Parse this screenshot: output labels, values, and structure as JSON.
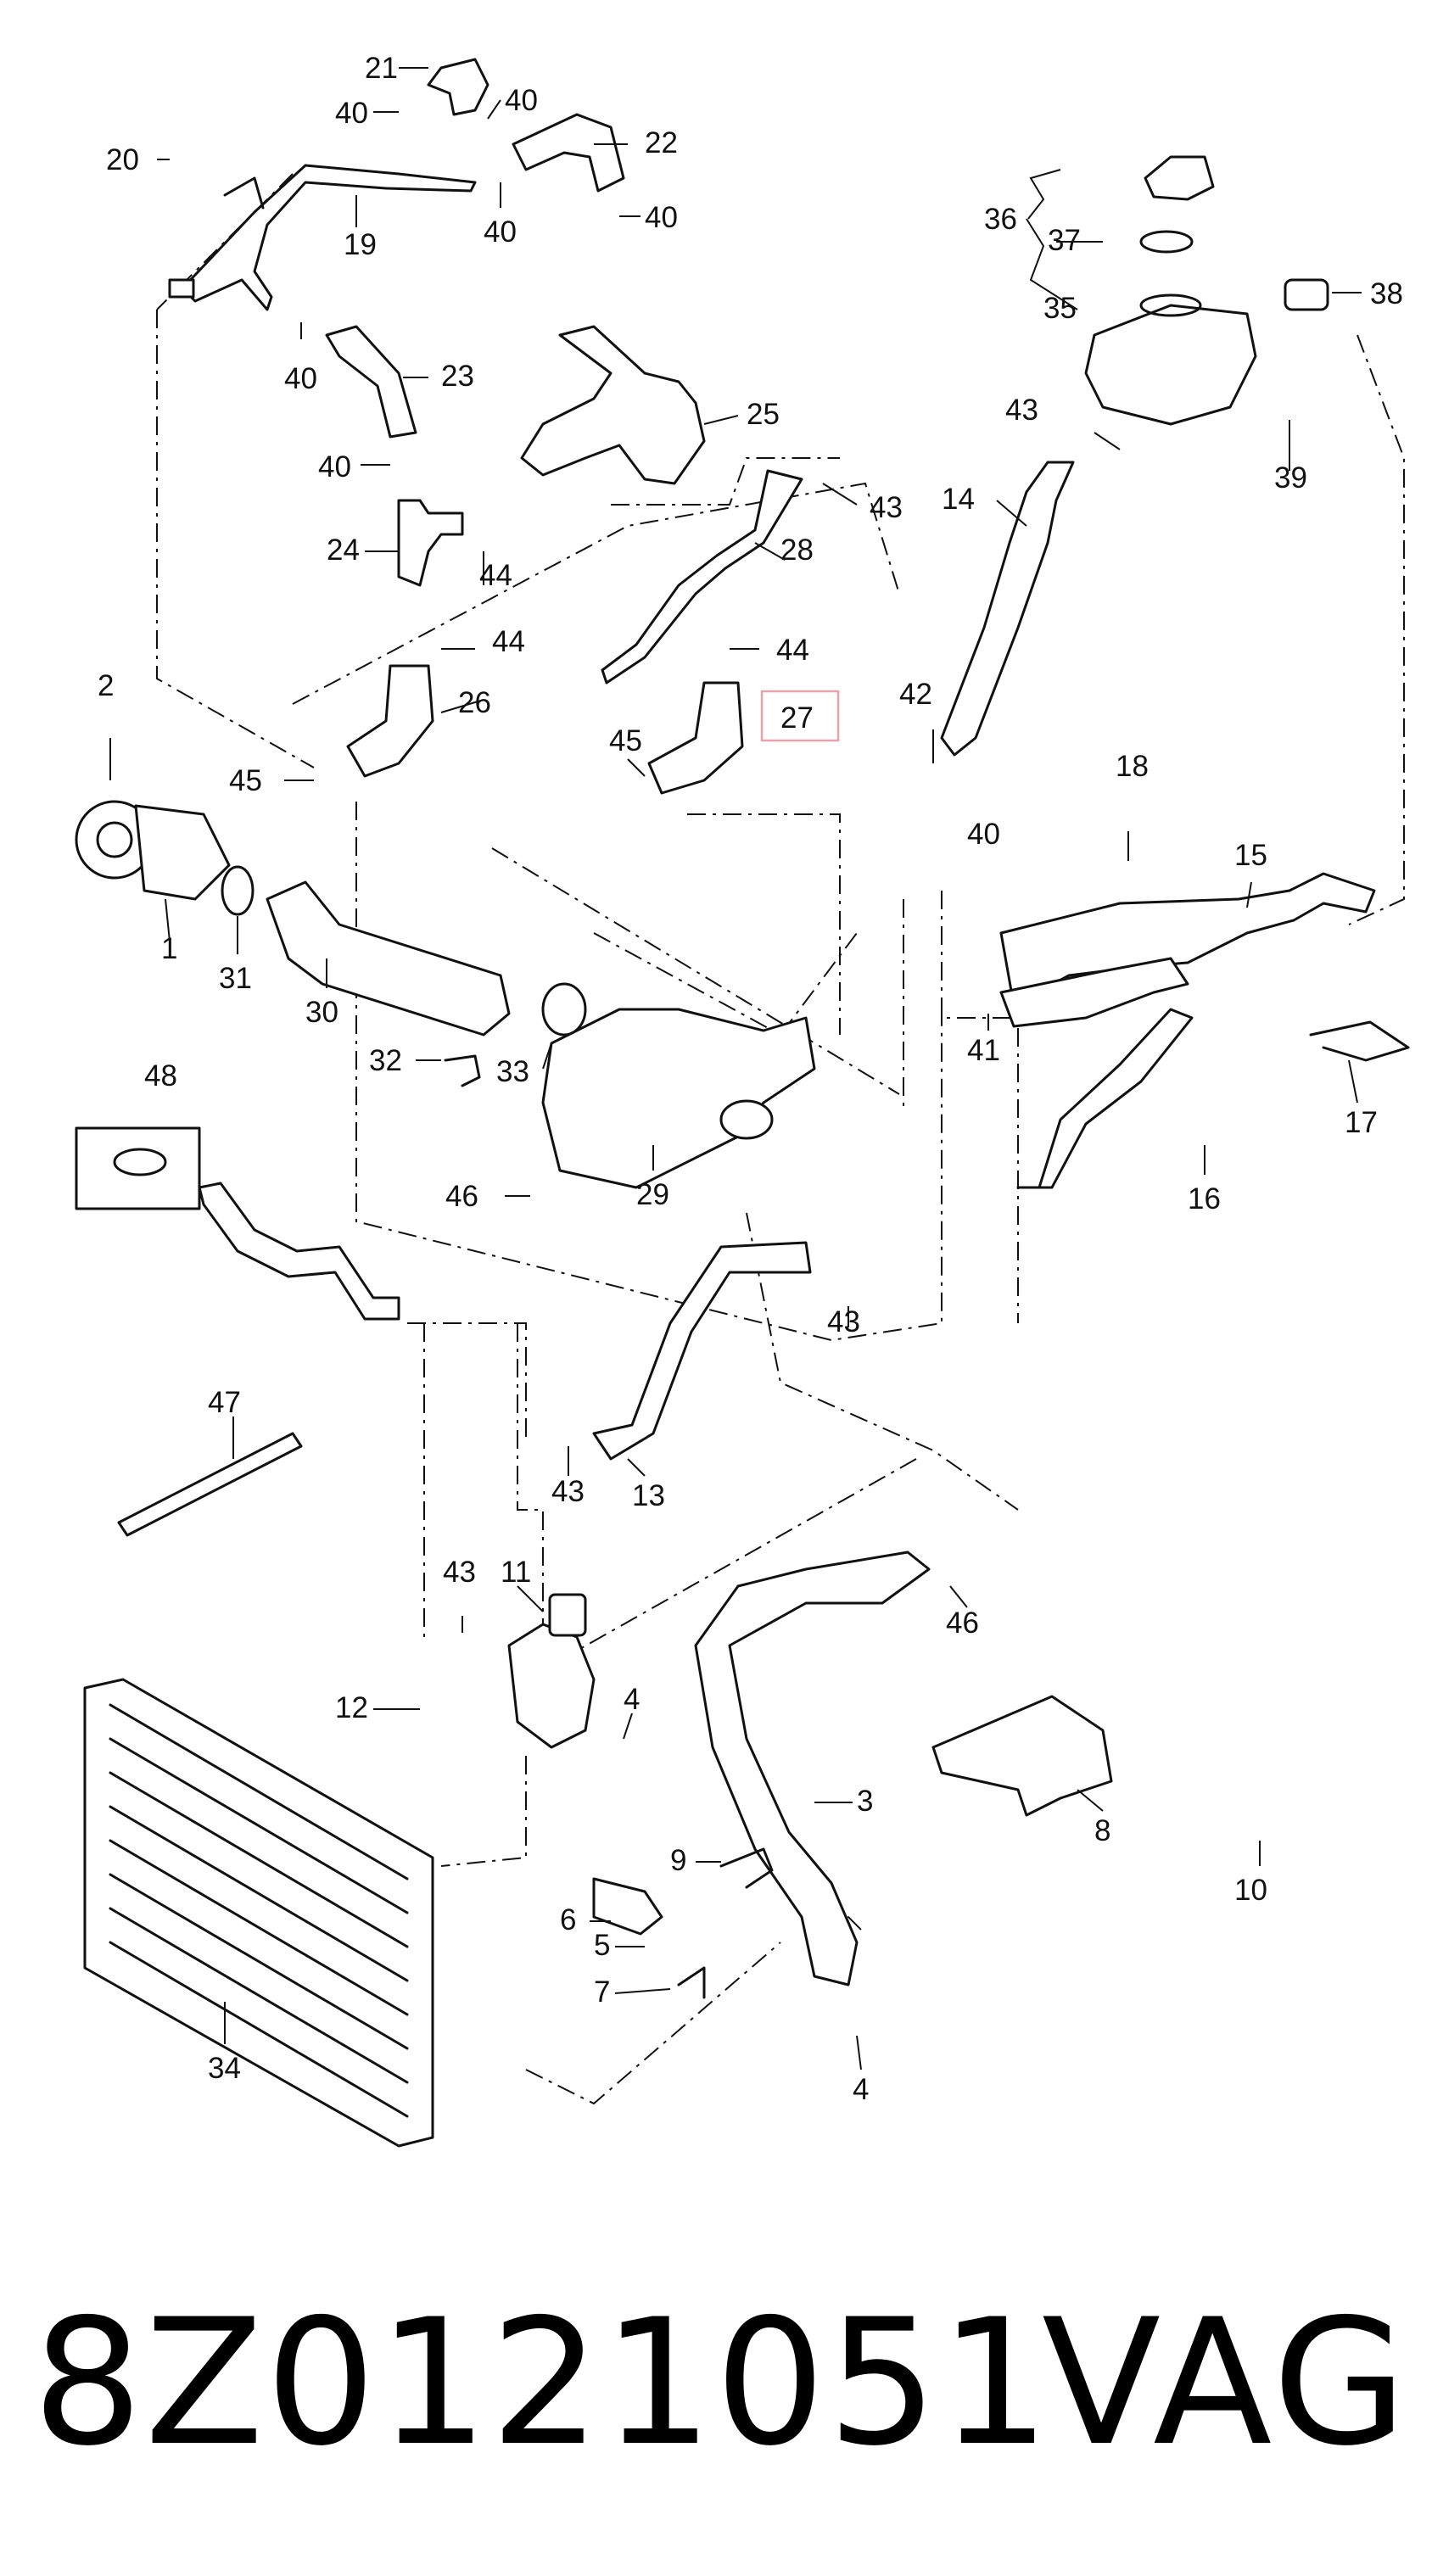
{
  "title": {
    "part_number": "8Z0121051",
    "brand": "VAG"
  },
  "diagram": {
    "highlight_color": "#e8a3ab",
    "labels": [
      {
        "id": "l1",
        "text": "1"
      },
      {
        "id": "l2",
        "text": "2"
      },
      {
        "id": "l3",
        "text": "3"
      },
      {
        "id": "l4a",
        "text": "4"
      },
      {
        "id": "l4b",
        "text": "4"
      },
      {
        "id": "l5",
        "text": "5"
      },
      {
        "id": "l6",
        "text": "6"
      },
      {
        "id": "l7",
        "text": "7"
      },
      {
        "id": "l8",
        "text": "8"
      },
      {
        "id": "l9",
        "text": "9"
      },
      {
        "id": "l10",
        "text": "10"
      },
      {
        "id": "l11",
        "text": "11"
      },
      {
        "id": "l12",
        "text": "12"
      },
      {
        "id": "l13",
        "text": "13"
      },
      {
        "id": "l14",
        "text": "14"
      },
      {
        "id": "l15",
        "text": "15"
      },
      {
        "id": "l16",
        "text": "16"
      },
      {
        "id": "l17",
        "text": "17"
      },
      {
        "id": "l18",
        "text": "18"
      },
      {
        "id": "l19",
        "text": "19"
      },
      {
        "id": "l20",
        "text": "20"
      },
      {
        "id": "l21",
        "text": "21"
      },
      {
        "id": "l22",
        "text": "22"
      },
      {
        "id": "l23",
        "text": "23"
      },
      {
        "id": "l24",
        "text": "24"
      },
      {
        "id": "l25",
        "text": "25"
      },
      {
        "id": "l26",
        "text": "26"
      },
      {
        "id": "l27",
        "text": "27"
      },
      {
        "id": "l28",
        "text": "28"
      },
      {
        "id": "l29",
        "text": "29"
      },
      {
        "id": "l30",
        "text": "30"
      },
      {
        "id": "l31",
        "text": "31"
      },
      {
        "id": "l32",
        "text": "32"
      },
      {
        "id": "l33",
        "text": "33"
      },
      {
        "id": "l34",
        "text": "34"
      },
      {
        "id": "l35",
        "text": "35"
      },
      {
        "id": "l36",
        "text": "36"
      },
      {
        "id": "l37",
        "text": "37"
      },
      {
        "id": "l38",
        "text": "38"
      },
      {
        "id": "l39",
        "text": "39"
      },
      {
        "id": "l40a",
        "text": "40"
      },
      {
        "id": "l40b",
        "text": "40"
      },
      {
        "id": "l40c",
        "text": "40"
      },
      {
        "id": "l40d",
        "text": "40"
      },
      {
        "id": "l40e",
        "text": "40"
      },
      {
        "id": "l40f",
        "text": "40"
      },
      {
        "id": "l40g",
        "text": "40"
      },
      {
        "id": "l41",
        "text": "41"
      },
      {
        "id": "l42",
        "text": "42"
      },
      {
        "id": "l43a",
        "text": "43"
      },
      {
        "id": "l43b",
        "text": "43"
      },
      {
        "id": "l43c",
        "text": "43"
      },
      {
        "id": "l43d",
        "text": "43"
      },
      {
        "id": "l43e",
        "text": "43"
      },
      {
        "id": "l44a",
        "text": "44"
      },
      {
        "id": "l44b",
        "text": "44"
      },
      {
        "id": "l44c",
        "text": "44"
      },
      {
        "id": "l45a",
        "text": "45"
      },
      {
        "id": "l45b",
        "text": "45"
      },
      {
        "id": "l46a",
        "text": "46"
      },
      {
        "id": "l46b",
        "text": "46"
      },
      {
        "id": "l47",
        "text": "47"
      },
      {
        "id": "l48",
        "text": "48"
      }
    ]
  }
}
